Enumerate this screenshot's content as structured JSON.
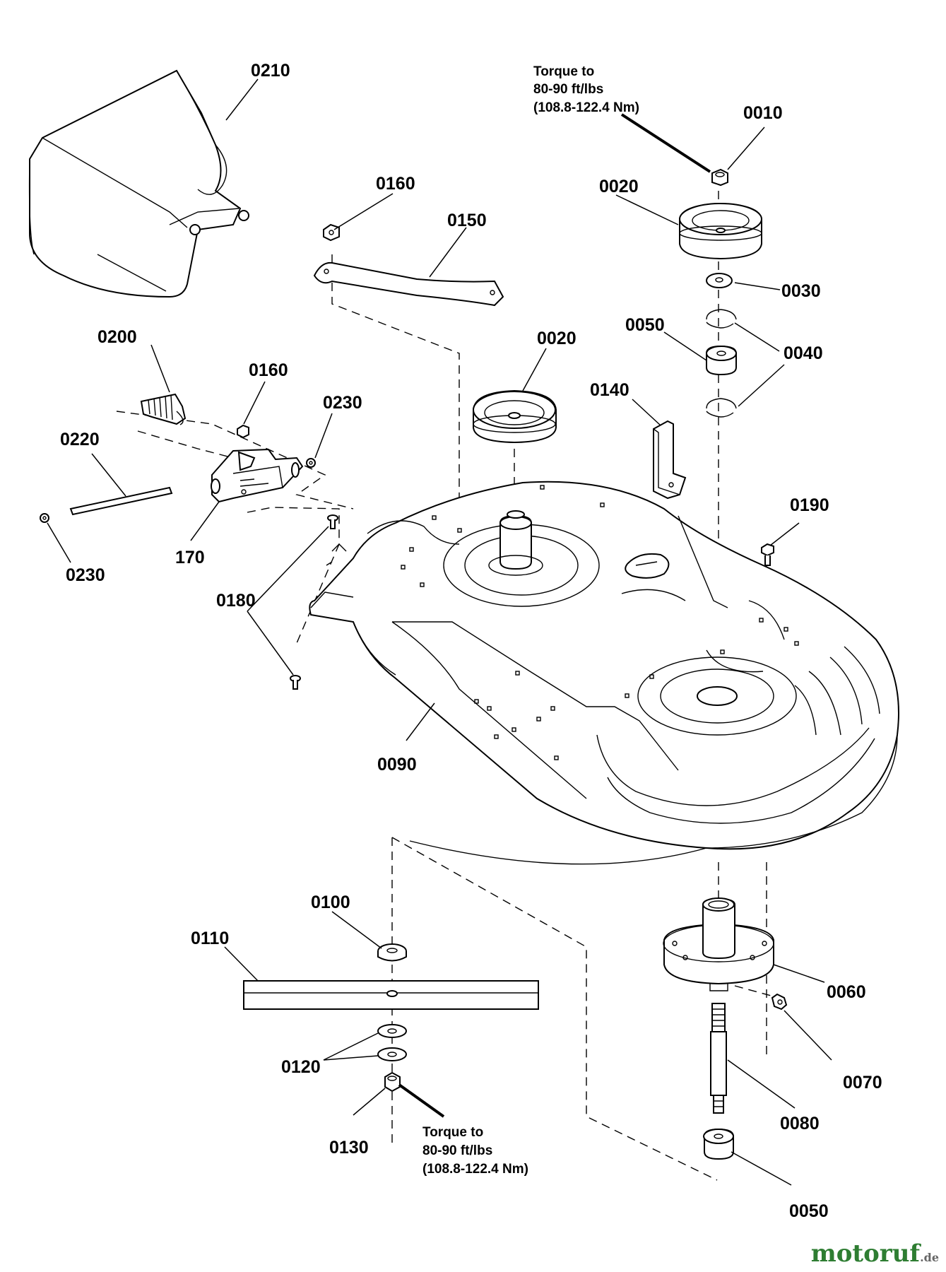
{
  "labels": {
    "p0210": "0210",
    "p0160a": "0160",
    "p0150": "0150",
    "p0010": "0010",
    "p0020a": "0020",
    "p0030": "0030",
    "p0050a": "0050",
    "p0040": "0040",
    "p0200": "0200",
    "p0160b": "0160",
    "p0230a": "0230",
    "p0220": "0220",
    "p0020b": "0020",
    "p0140": "0140",
    "p0190": "0190",
    "p170": "170",
    "p0230b": "0230",
    "p0180": "0180",
    "p0090": "0090",
    "p0100": "0100",
    "p0110": "0110",
    "p0060": "0060",
    "p0120": "0120",
    "p0070": "0070",
    "p0080": "0080",
    "p0130": "0130",
    "p0050b": "0050"
  },
  "torque_top": {
    "line1": "Torque to",
    "line2": "80-90 ft/lbs",
    "line3": "(108.8-122.4 Nm)"
  },
  "torque_bottom": {
    "line1": "Torque to",
    "line2": "80-90 ft/lbs",
    "line3": "(108.8-122.4 Nm)"
  },
  "watermark": {
    "brand": "motoruf",
    "domain": ".de",
    "color": "#2e7d32"
  }
}
